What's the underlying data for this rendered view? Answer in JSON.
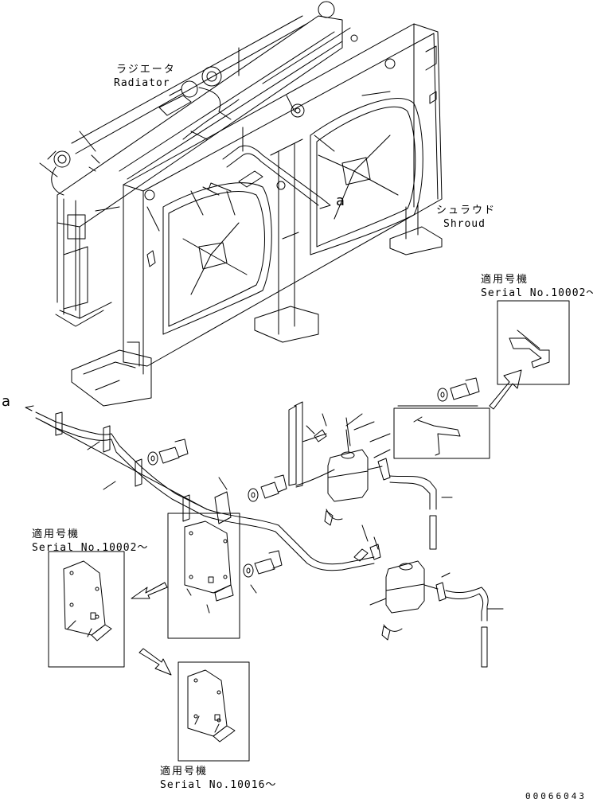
{
  "labels": {
    "radiator_jp": "ラジエータ",
    "radiator_en": "Radiator",
    "shroud_jp": "シュラウド",
    "shroud_en": "Shroud",
    "serial_a_jp": "適用号機",
    "serial_a_en": "Serial No.10002～",
    "serial_b_jp": "適用号機",
    "serial_b_en": "Serial No.10002～",
    "serial_c_jp": "適用号機",
    "serial_c_en": "Serial No.10016～",
    "ref_top": "a",
    "ref_left": "a",
    "drawing_no": "00066043"
  }
}
